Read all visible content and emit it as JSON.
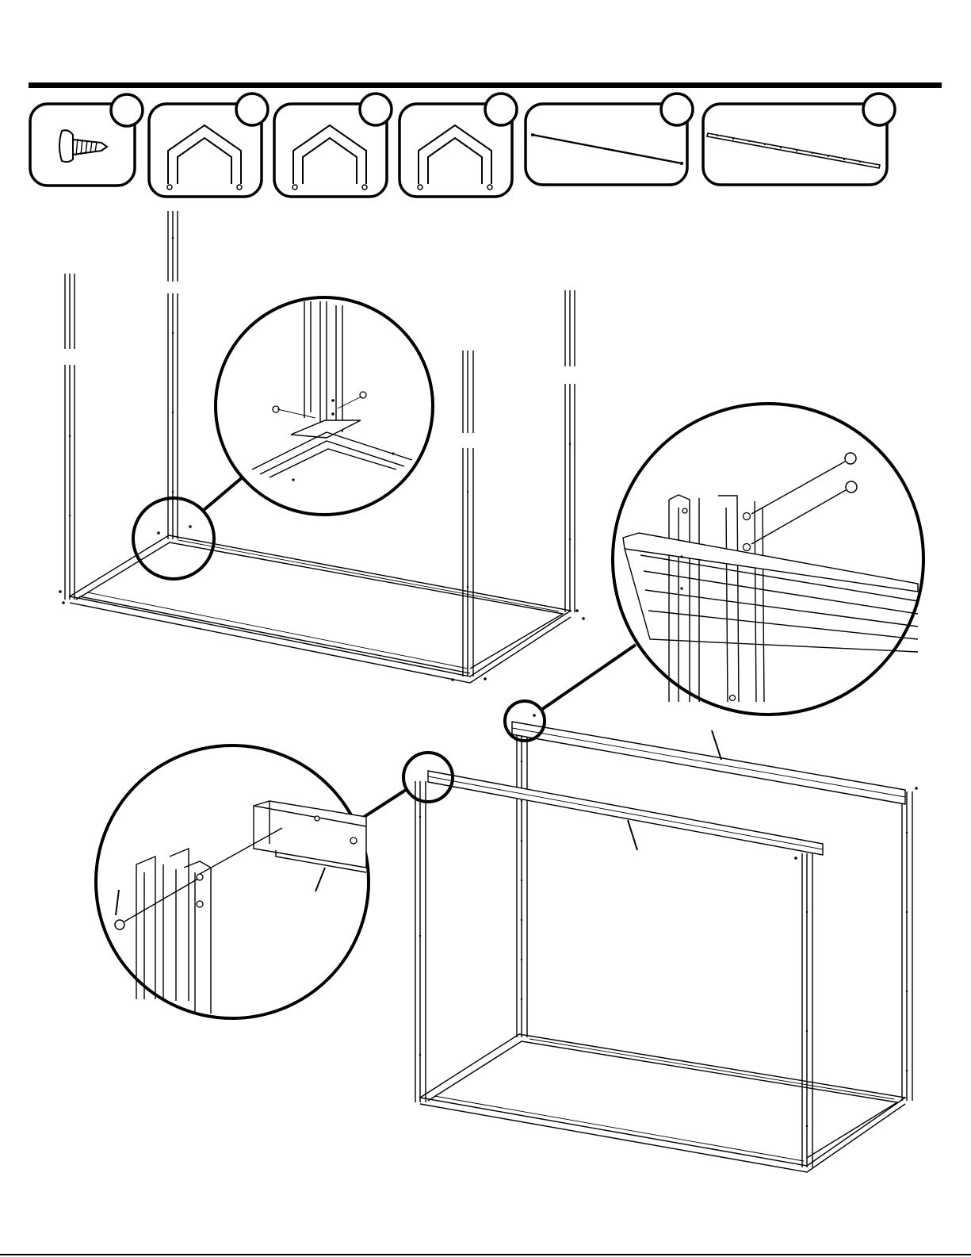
{
  "parts_row": {
    "items": [
      {
        "id": "screw",
        "icon": "screw-icon",
        "badge_label": ""
      },
      {
        "id": "corner-bracket-a",
        "icon": "corner-bracket-icon",
        "badge_label": ""
      },
      {
        "id": "corner-bracket-b",
        "icon": "corner-bracket-icon",
        "badge_label": ""
      },
      {
        "id": "corner-bracket-c",
        "icon": "corner-bracket-icon",
        "badge_label": ""
      },
      {
        "id": "thin-rod",
        "icon": "rod-icon",
        "badge_label": ""
      },
      {
        "id": "perforated-bar",
        "icon": "perforated-bar-icon",
        "badge_label": ""
      }
    ]
  },
  "views": {
    "upper": {
      "description_icon": "frame-base-with-uprights-icon"
    },
    "lower": {
      "description_icon": "frame-with-top-rails-icon"
    }
  }
}
